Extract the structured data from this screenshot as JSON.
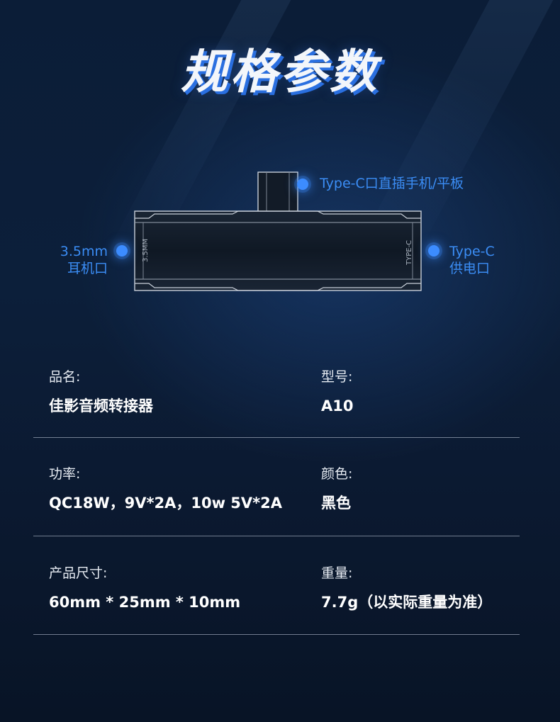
{
  "page": {
    "title": "规格参数",
    "colors": {
      "background": "#0b1d37",
      "accent": "#3c8cff",
      "title_shadow": "#2a6fe0",
      "divider": "#c8d2e1"
    }
  },
  "diagram": {
    "device_label_left": "3.5MM",
    "device_label_right": "TYPE-C",
    "callouts": {
      "top": "Type-C口直插手机/平板",
      "left_line1": "3.5mm",
      "left_line2": "耳机口",
      "right_line1": "Type-C",
      "right_line2": "供电口"
    }
  },
  "specs": {
    "rows": [
      {
        "left": {
          "label": "品名:",
          "value": "佳影音频转接器"
        },
        "right": {
          "label": "型号:",
          "value": "A10"
        }
      },
      {
        "left": {
          "label": "功率:",
          "value": "QC18W，9V*2A，10w 5V*2A"
        },
        "right": {
          "label": "颜色:",
          "value": "黑色"
        }
      },
      {
        "left": {
          "label": "产品尺寸:",
          "value": "60mm * 25mm * 10mm"
        },
        "right": {
          "label": "重量:",
          "value": "7.7g（以实际重量为准）"
        }
      }
    ]
  }
}
